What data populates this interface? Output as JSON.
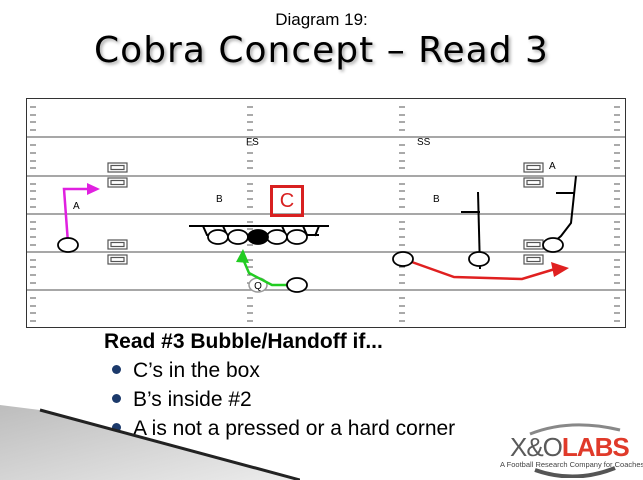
{
  "header": {
    "subtitle": "Diagram 19:",
    "title": "Cobra Concept – Read 3"
  },
  "diagram": {
    "labels": {
      "fs": "FS",
      "ss": "SS",
      "b_left": "B",
      "b_right": "B",
      "a_left": "A",
      "a_right": "A",
      "c_box": "C",
      "qb": "Q"
    },
    "colors": {
      "c_box": "#d82020",
      "bubble_route": "#e02020",
      "qb_handoff": "#22cc22",
      "a_route": "#e020e0",
      "lines": "#888888"
    }
  },
  "content": {
    "read_title": "Read #3 Bubble/Handoff if...",
    "bullets": [
      "C’s in the box",
      "B’s inside #2",
      "A is not a pressed or a hard corner"
    ]
  },
  "logo": {
    "xo": "X&O",
    "labs": "LABS",
    "tagline": "A Football Research Company for Coaches"
  }
}
